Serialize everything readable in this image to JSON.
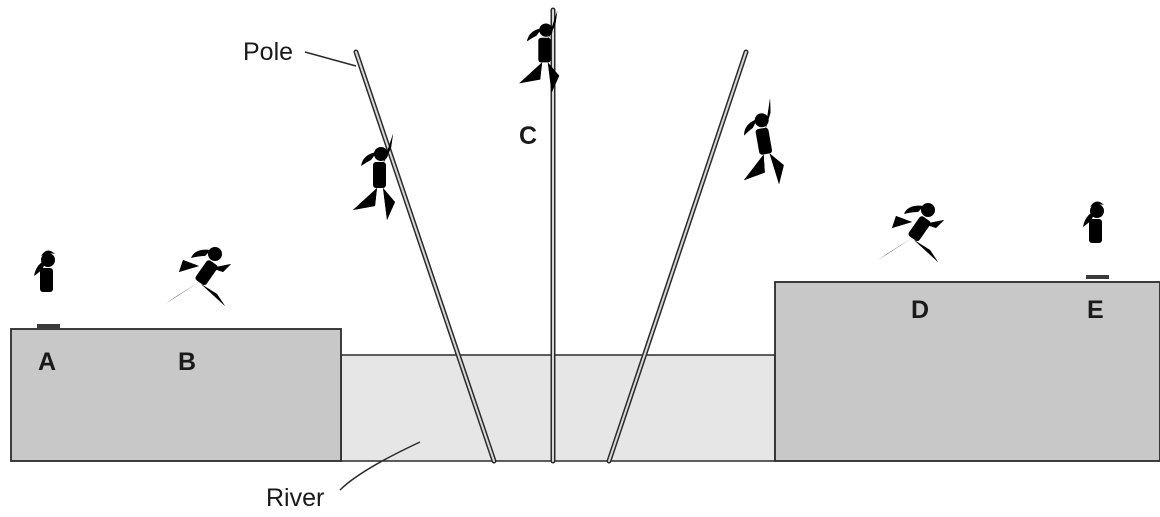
{
  "labels": {
    "pole": "Pole",
    "river": "River",
    "positions": [
      "A",
      "B",
      "C",
      "D",
      "E"
    ]
  },
  "colors": {
    "bank": "#c8c8c8",
    "river": "#e6e6e6",
    "outline": "#2a2a2a",
    "pole": "#9a9a9a"
  }
}
